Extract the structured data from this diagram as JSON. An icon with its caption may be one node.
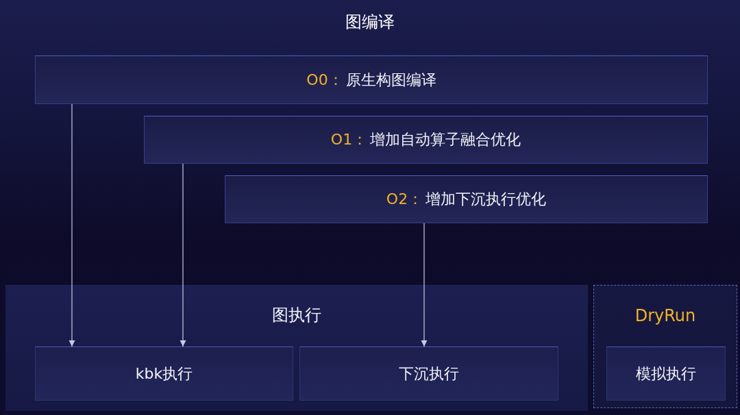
{
  "diagram": {
    "title": "图编译",
    "nodes": [
      {
        "text": [
          "O0：",
          "原生构图编译"
        ]
      },
      {
        "text": [
          "O1：",
          "增加自动算子融合优化"
        ]
      },
      {
        "text": [
          "O2：",
          "增加下沉执行优化"
        ]
      },
      {
        "text": [
          "图执行"
        ]
      },
      {
        "text": [
          "kbk执行"
        ],
        "in": 3
      },
      {
        "text": [
          "下沉执行"
        ],
        "in": 3
      },
      {
        "text": [
          "DryRun"
        ]
      },
      {
        "text": [
          "模拟执行"
        ],
        "in": 6
      }
    ],
    "edges": [
      {
        "from": 0,
        "to": 4,
        "arrow": "to"
      },
      {
        "from": 1,
        "to": 4,
        "arrow": "to"
      },
      {
        "from": 2,
        "to": 5,
        "arrow": "to"
      }
    ]
  }
}
